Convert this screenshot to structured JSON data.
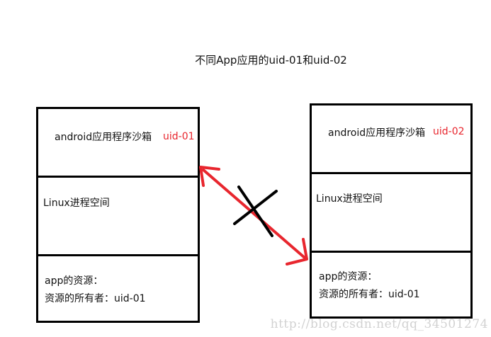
{
  "title": "不同App应用的uid-01和uid-02",
  "left_app": {
    "sandbox_label": "android应用程序沙箱",
    "uid": "uid-01",
    "process_label": "Linux进程空间",
    "resources_label": "app的资源：",
    "owner_label": "资源的所有者：uid-01"
  },
  "right_app": {
    "sandbox_label": "android应用程序沙箱",
    "uid": "uid-02",
    "process_label": "Linux进程空间",
    "resources_label": "app的资源：",
    "owner_label": "资源的所有者：uid-01"
  },
  "watermark": "http://blog.csdn.net/qq_34501274",
  "colors": {
    "uid_red": "#e8262e",
    "arrow_red": "#e8262e",
    "cross": "#000000"
  },
  "connector": {
    "type": "bidirectional-arrow",
    "blocked": true
  }
}
